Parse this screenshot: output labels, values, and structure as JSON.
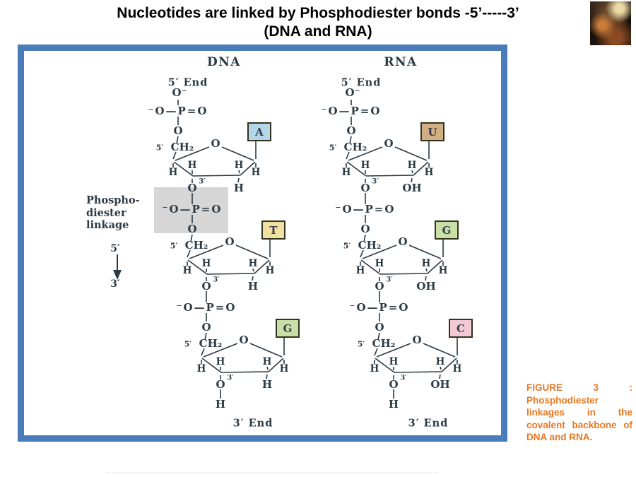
{
  "slide": {
    "title_line1": "Nucleotides are linked by Phosphodiester bonds -5’-----3’",
    "title_line2": "(DNA and RNA)"
  },
  "caption": "FIGURE 3 : Phosphodiester linkages in the covalent backbone of DNA and RNA.",
  "side_labels": {
    "phosphodiester_line1": "Phospho-",
    "phosphodiester_line2": "diester",
    "phosphodiester_line3": "linkage",
    "arrow_top": "5′",
    "arrow_bottom": "3′"
  },
  "atoms": {
    "five_end": "5′ End",
    "three_end": "3′ End",
    "o_minus": "O⁻",
    "phosphate_row": "⁻O—P=O",
    "o": "O",
    "five_prime": "5′",
    "ch2": "CH₂",
    "h": "H",
    "three_prime": "3′"
  },
  "columns": [
    {
      "header": "DNA",
      "two_prime": "H",
      "bases": [
        {
          "letter": "A",
          "color": "#b3d7e8"
        },
        {
          "letter": "T",
          "color": "#f0e1a0"
        },
        {
          "letter": "G",
          "color": "#c8e0a6"
        }
      ]
    },
    {
      "header": "RNA",
      "two_prime": "OH",
      "bases": [
        {
          "letter": "U",
          "color": "#d2ae85"
        },
        {
          "letter": "G",
          "color": "#c8e0a6"
        },
        {
          "letter": "C",
          "color": "#f3c9d5"
        }
      ]
    }
  ],
  "colors": {
    "frame_blue": "#4a7cba",
    "caption_orange": "#e87722",
    "highlight_gray": "#d6d6d6",
    "chem_ink": "#2b3a44"
  }
}
